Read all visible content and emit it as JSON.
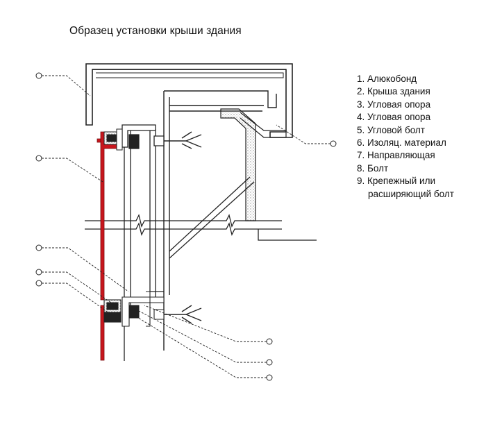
{
  "title": "Образец установки крыши здания",
  "legend": [
    "1. Алюкобонд",
    "2. Крыша здания",
    "3. Угловая опора",
    "4. Угловая опора",
    "5. Угловой болт",
    "6. Изоляц. материал",
    "7. Направляющая",
    "8. Болт",
    "9. Крепежный или",
    "расширяющий болт"
  ],
  "colors": {
    "panel": "#c8161d",
    "insulation_dots": "#8a8a8a",
    "line": "#222222"
  }
}
